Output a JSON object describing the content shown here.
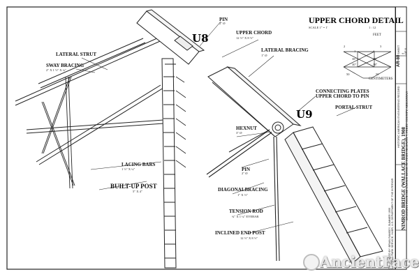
{
  "drawing": {
    "title": "UPPER CHORD DETAIL",
    "scale_left": "SCALE 1\" = 1'",
    "scale_right": "1 : 12",
    "nodes": {
      "u8": "U8",
      "u9": "U9"
    },
    "labels": {
      "pin_top": "PIN",
      "pin_top_dim": "2\" Ø",
      "upper_chord": "UPPER CHORD",
      "upper_chord_dim": "12 ½\" X 8 ½\"",
      "lateral_bracing": "LATERAL BRACING",
      "lateral_bracing_dim": "1\" Ø",
      "lateral_strut": "LATERAL STRUT",
      "sway_bracing": "SWAY BRACING",
      "sway_bracing_dim": "2\" X 1 ½\" X ¼\"",
      "connecting_plates": "CONNECTING PLATES",
      "connecting_plates_2": "UPPER CHORD TO PIN",
      "portal_strut": "PORTAL STRUT",
      "hexnut": "HEXNUT",
      "hexnut_dim": "3\" Ø",
      "pin_mid": "PIN",
      "pin_mid_dim": "2\" Ø",
      "lacing_bars": "LACING BARS",
      "lacing_bars_dim": "1 ½\" X ¼\"",
      "built_up_post": "BUILT-UP POST",
      "built_up_post_dim": "5\" X 4\"",
      "diagonal_bracing": "DIAGONALBRACING",
      "diagonal_bracing_dim": "1\" X ½\"",
      "tension_rod": "TENSION ROD",
      "tension_rod_dim": "¾\" X 1 ¼\" EYEBAR",
      "inclined_end_post": "INCLINED END POST",
      "inclined_end_post_dim": "12 ½\" X 8 ½\""
    },
    "key": {
      "feet": "FEET",
      "centimeters": "CENTIMETERS",
      "values": [
        "2",
        "3",
        "1",
        "1",
        "38\"",
        "30\"",
        "38\"",
        "38\"",
        "50",
        "50"
      ]
    }
  },
  "title_block": {
    "main": "NIMROD BRIDGE (WALLACE BRIDGE), 1908",
    "sub": "SPANNING FOURCHE LAFAVE RIVER AT STATE HIGHWAY 7, PERRY COUNTY, ARKANSAS",
    "sheet": "AR-80",
    "sheet_label": "SHEET",
    "sheet_no": "4",
    "of": "OF 6",
    "survey": "HISTORIC AMERICAN ENGINEERING RECORD",
    "bottom_note": "DELINEATED BY: BRIAN RAMSEY, SUMMER 1999",
    "bottom_note_2": "NATIONAL PARK SERVICE, HAER, U.S. DEPARTMENT OF THE INTERIOR"
  },
  "watermark": "AncientFaces"
}
